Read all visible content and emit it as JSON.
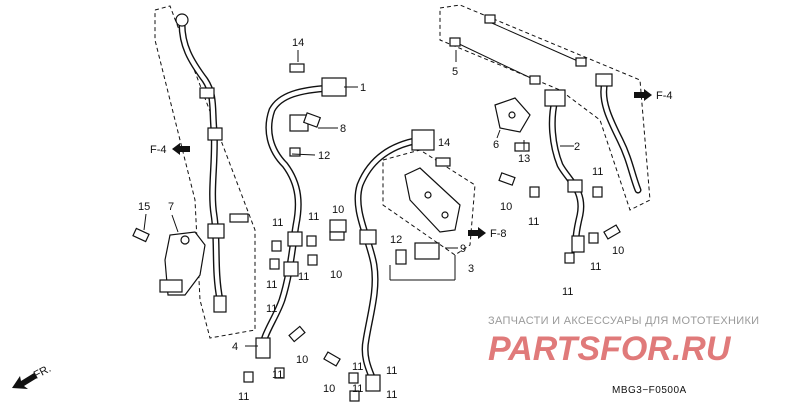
{
  "callouts": {
    "n1": "1",
    "n2": "2",
    "n3": "3",
    "n4": "4",
    "n5": "5",
    "n6": "6",
    "n7": "7",
    "n8": "8",
    "n9": "9",
    "n10_a": "10",
    "n10_b": "10",
    "n10_c": "10",
    "n10_d": "10",
    "n10_e": "10",
    "n10_f": "10",
    "n11_a": "11",
    "n11_b": "11",
    "n11_c": "11",
    "n11_d": "11",
    "n11_e": "11",
    "n11_f": "11",
    "n11_g": "11",
    "n11_h": "11",
    "n11_i": "11",
    "n11_j": "11",
    "n11_k": "11",
    "n11_l": "11",
    "n11_m": "11",
    "n11_n": "11",
    "n11_o": "11",
    "n12_a": "12",
    "n12_b": "12",
    "n13": "13",
    "n14_a": "14",
    "n14_b": "14",
    "n15": "15"
  },
  "references": {
    "left": "F-4",
    "right_top": "F-4",
    "middle": "F-8",
    "front": "FR."
  },
  "watermark": {
    "top_text": "ЗАПЧАСТИ И АКСЕССУАРЫ ДЛЯ МОТОТЕХНИКИ",
    "logo_text": "PARTSFOR.RU",
    "logo_color": "#e07a7a"
  },
  "diagram_code": "MBG3−F0500A",
  "icons": {
    "arrow": "filled-arrow-icon",
    "bolt": "bolt-icon",
    "washer": "washer-icon"
  }
}
